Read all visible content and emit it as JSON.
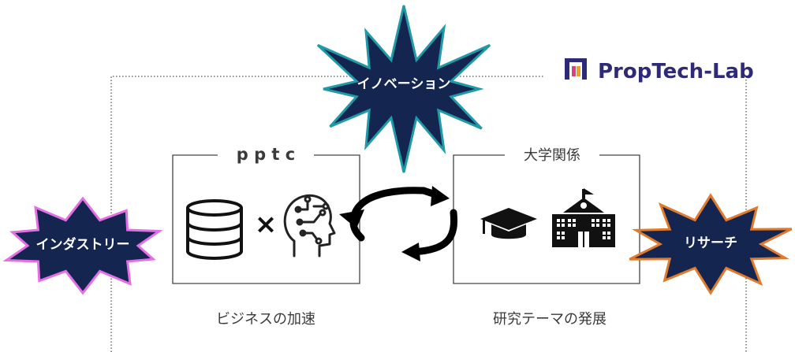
{
  "logo": {
    "text": "PropTech-Lab"
  },
  "bursts": {
    "innovation": "イノベーション",
    "industry": "インダストリー",
    "research": "リサーチ"
  },
  "boxes": {
    "left": {
      "title": "p p t c",
      "caption": "ビジネスの加速"
    },
    "right": {
      "title": "大学関係",
      "caption": "研究テーマの発展"
    }
  },
  "symbols": {
    "times": "×"
  },
  "colors": {
    "navy": "#14254f",
    "innovation_border": "#1f9aa8",
    "industry_border": "#e46ee6",
    "research_border": "#e07a2c",
    "logo_blue": "#2f2a78",
    "logo_pink": "#e0407a",
    "logo_orange": "#f0a020"
  },
  "icons": {
    "database": "database-icon",
    "ai_head": "ai-head-icon",
    "graduation_cap": "graduation-cap-icon",
    "school": "school-building-icon",
    "cycle": "cycle-arrows-icon",
    "logo": "proptech-logo-icon"
  }
}
